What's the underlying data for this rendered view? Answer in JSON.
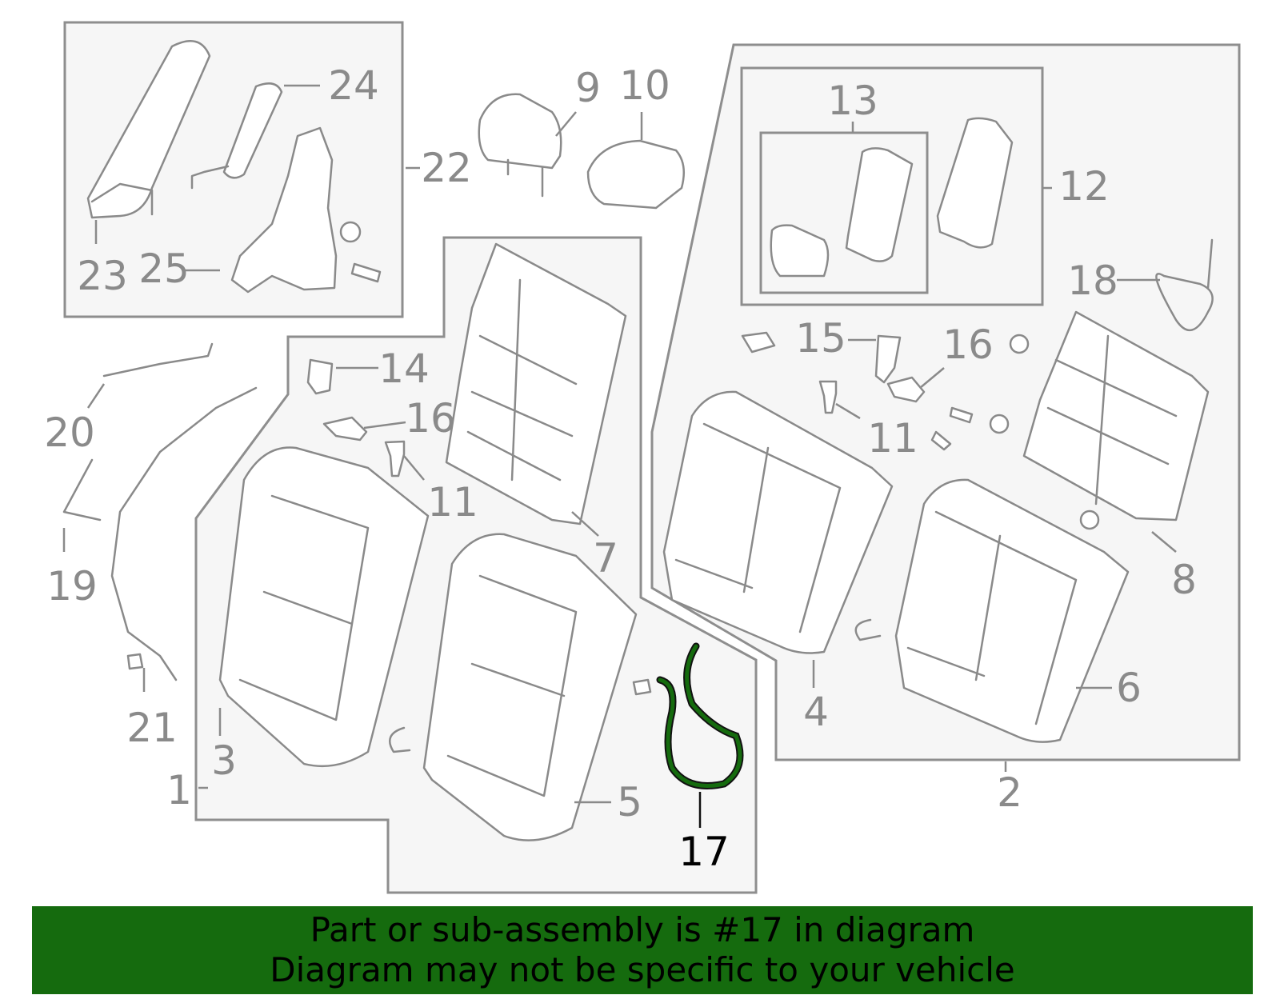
{
  "diagram": {
    "callouts": [
      "1",
      "2",
      "3",
      "4",
      "5",
      "6",
      "7",
      "8",
      "9",
      "10",
      "11",
      "11",
      "12",
      "13",
      "14",
      "15",
      "16",
      "16",
      "17",
      "18",
      "19",
      "20",
      "21",
      "22",
      "23",
      "24",
      "25"
    ],
    "highlighted_callout": "17",
    "highlight_color": "#156b0e"
  },
  "banner": {
    "line1": "Part or sub-assembly is #17 in diagram",
    "line2": "Diagram may not be specific to your vehicle",
    "background": "#156b0e"
  }
}
